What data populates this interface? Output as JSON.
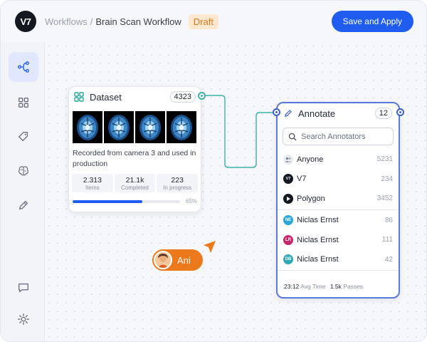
{
  "header": {
    "logo": "V7",
    "breadcrumb_root": "Workflows",
    "breadcrumb_sep": "/",
    "breadcrumb_current": "Brain Scan Workflow",
    "status_badge": "Draft",
    "save_button": "Save and Apply"
  },
  "sidebar": {
    "items": [
      {
        "icon": "workflow-icon",
        "active": true
      },
      {
        "icon": "grid-icon"
      },
      {
        "icon": "tag-icon"
      },
      {
        "icon": "brain-icon"
      },
      {
        "icon": "pen-icon"
      },
      {
        "icon": "chat-icon"
      },
      {
        "icon": "gear-icon"
      }
    ]
  },
  "dataset": {
    "title": "Dataset",
    "count": "4323",
    "description": "Recorded from camera 3 and used in production",
    "stats": [
      {
        "value": "2.313",
        "label": "Items"
      },
      {
        "value": "21.1k",
        "label": "Completed"
      },
      {
        "value": "223",
        "label": "In progress"
      }
    ],
    "progress": 0.65,
    "progress_label": "65%"
  },
  "annotate": {
    "title": "Annotate",
    "count": "12",
    "search_placeholder": "Search Annotators",
    "groups": [
      {
        "name": "Anyone",
        "count": "5231",
        "icon": "people-icon"
      },
      {
        "name": "V7",
        "count": "234",
        "icon": "v7-logo-icon"
      },
      {
        "name": "Polygon",
        "count": "3452",
        "icon": "polygon-logo-icon"
      }
    ],
    "users": [
      {
        "initials": "NE",
        "name": "Niclas Ernst",
        "count": "86",
        "color": "#2aa6d9"
      },
      {
        "initials": "LR",
        "name": "Niclas Ernst",
        "count": "111",
        "color": "#c8286e"
      },
      {
        "initials": "DB",
        "name": "Niclas Ernst",
        "count": "42",
        "color": "#2fa9b8"
      }
    ],
    "footer_time": "23:12",
    "footer_time_label": "Avg Time",
    "footer_passes": "1.5k",
    "footer_passes_label": "Passes"
  },
  "cursor": {
    "name": "Ani",
    "color": "#ec7a1c"
  },
  "colors": {
    "accent": "#1f5cf0",
    "connector": "#3ab1a8",
    "draft": "#e07b16"
  }
}
